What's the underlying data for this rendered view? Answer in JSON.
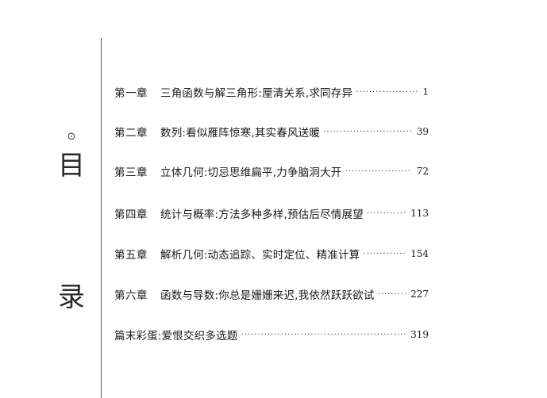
{
  "title": {
    "mark": "⊙",
    "char1": "目",
    "char2": "录"
  },
  "toc": [
    {
      "chapter": "第一章",
      "title": "三角函数与解三角形:厘清关系,求同存异",
      "page": "1"
    },
    {
      "chapter": "第二章",
      "title": "数列:看似雁阵惊寒,其实春风送暖",
      "page": "39"
    },
    {
      "chapter": "第三章",
      "title": "立体几何:切忌思维扁平,力争脑洞大开",
      "page": "72"
    },
    {
      "chapter": "第四章",
      "title": "统计与概率:方法多种多样,预估后尽情展望",
      "page": "113"
    },
    {
      "chapter": "第五章",
      "title": "解析几何:动态追踪、实时定位、精准计算",
      "page": "154"
    },
    {
      "chapter": "第六章",
      "title": "函数与导数:你总是姗姗来迟,我依然跃跃欲试",
      "page": "227"
    },
    {
      "chapter": "",
      "title": "篇末彩蛋:爱恨交织多选题",
      "page": "319"
    }
  ]
}
